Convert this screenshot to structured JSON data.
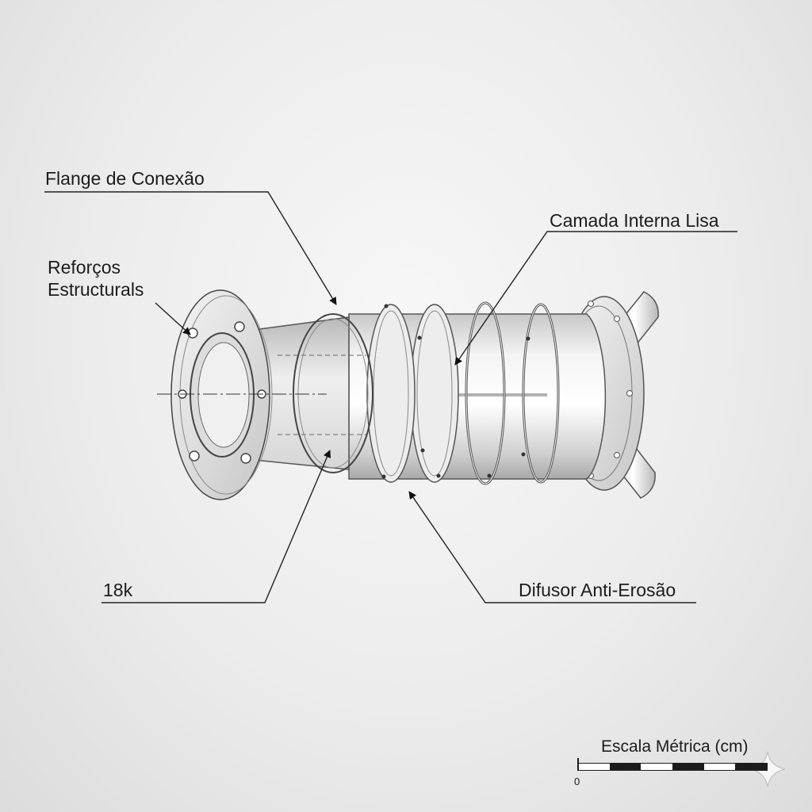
{
  "labels": {
    "flange": "Flange de Conexão",
    "reinforcements_line1": "Reforços",
    "reinforcements_line2": "Estructurals",
    "inner_layer": "Camada Interna Lisa",
    "size_code": "18k",
    "diffuser": "Difusor Anti-Erosão"
  },
  "scale": {
    "title": "Escala Métrica (cm)",
    "zero": "0"
  }
}
